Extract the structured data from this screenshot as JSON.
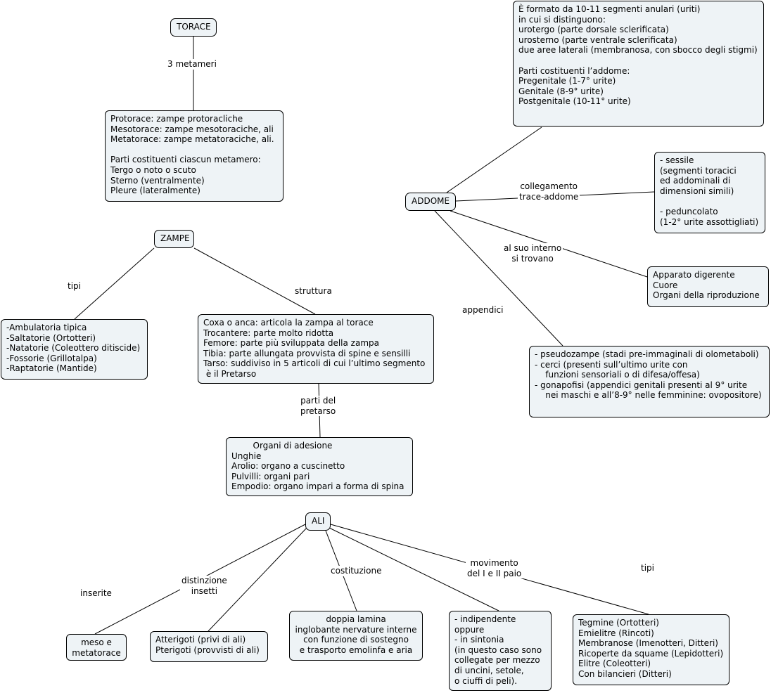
{
  "concepts": {
    "torace": "TORACE",
    "addome": "ADDOME",
    "zampe": "ZAMPE",
    "ali": "ALI"
  },
  "boxes": {
    "torace_metameri": "Protorace: zampe protoracliche\nMesotorace: zampe mesotoraciche, ali\nMetatorace: zampe metatoraciche, ali.\n\nParti costituenti ciascun metamero:\nTergo o noto o scuto\nSterno (ventralmente)\nPleure (lateralmente)",
    "addome_descr": "È formato da 10-11 segmenti anulari (uriti)\nin cui si distinguono:\nurotergo (parte dorsale sclerificata)\nurosterno (parte ventrale sclerificata)\ndue aree laterali (membranosa, con sbocco degli stigmi)\n\nParti costituenti l’addome:\nPregenitale (1-7° urite)\nGenitale (8-9° urite)\nPostgenitale (10-11° urite)",
    "collegamento": "- sessile\n(segmenti toracici\ned addominali di\ndimensioni simili)\n\n- peduncolato\n(1-2° urite assottigliati)",
    "interno": "Apparato digerente\nCuore\nOrgani della riproduzione",
    "appendici": "- pseudozampe (stadi pre-immaginali di olometaboli)\n- cerci (presenti sull’ultimo urite con\n    funzioni sensoriali o di difesa/offesa)\n- gonapofisi (appendici genitali presenti al 9° urite\n    nei maschi e all’8-9° nelle femminine: ovopositore)",
    "zampe_tipi": "-Ambulatoria tipica\n-Saltatorie (Ortotteri)\n-Natatorie (Coleottero ditiscide)\n-Fossorie (Grillotalpa)\n-Raptatorie (Mantide)",
    "zampe_struttura": "Coxa o anca: articola la zampa al torace\nTrocantere: parte molto ridotta\nFemore: parte più sviluppata della zampa\nTibia: parte allungata provvista di spine e sensilli\nTarso: suddiviso in 5 articoli di cui l’ultimo segmento\n è il Pretarso",
    "pretarso": "        Organi di adesione\nUnghie\nArolio: organo a cuscinetto\nPulvilli: organi pari\nEmpodio: organo impari a forma di spina",
    "ali_inserite": "meso e\nmetatorace",
    "ali_distinzione": "Atterigoti (privi di ali)\nPterigoti (provvisti di ali)",
    "ali_costituzione": "doppia lamina\ninglobante nervature interne\ncon funzione di sostegno\ne trasporto emolinfa e aria",
    "ali_movimento": "- indipendente\noppure\n- in sintonia\n(in questo caso sono\ncollegate per mezzo\ndi uncini, setole,\no ciuffi di peli).",
    "ali_tipi": "Tegmine (Ortotteri)\nEmielitre (Rincoti)\nMembranose (Imenotteri, Ditteri)\nRicoperte da squame (Lepidotteri)\nElitre (Coleotteri)\nCon bilancieri (Ditteri)"
  },
  "link_labels": {
    "metameri": "3 metameri",
    "collegamento": "collegamento\ntrace-addome",
    "interno": "al suo interno\nsi trovano",
    "appendici": "appendici",
    "zampe_tipi": "tipi",
    "zampe_struttura": "struttura",
    "pretarso": "parti del\npretarso",
    "ali_inserite": "inserite",
    "ali_distinzione": "distinzione\ninsetti",
    "ali_costituzione": "costituzione",
    "ali_movimento": "movimento\ndel I e II paio",
    "ali_tipi": "tipi"
  }
}
